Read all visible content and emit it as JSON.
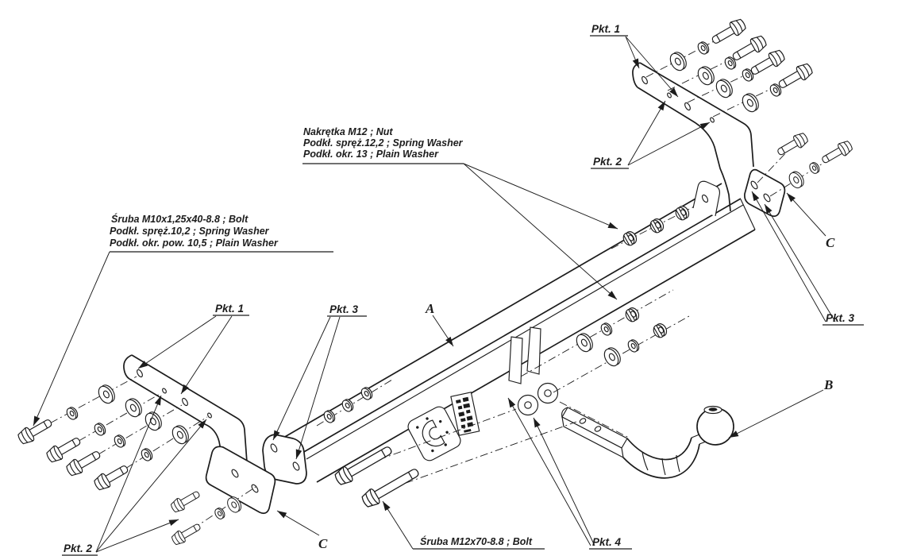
{
  "diagram": {
    "part_labels": {
      "beam": "A",
      "towball": "B",
      "side_plate": "C"
    },
    "point_labels": {
      "pkt1": "Pkt. 1",
      "pkt2": "Pkt. 2",
      "pkt3": "Pkt. 3",
      "pkt4": "Pkt. 4"
    },
    "notes": {
      "nut_m12": {
        "line1": "Nakrętka  M12 ; Nut",
        "line2": "Podkł. spręż.12,2 ; Spring Washer",
        "line3": "Podkł. okr. 13 ; Plain Washer"
      },
      "bolt_m10": {
        "line1": "Śruba M10x1,25x40-8.8 ;  Bolt",
        "line2": "Podkł. spręż.10,2 ; Spring Washer",
        "line3": "Podkł. okr. pow. 10,5 ; Plain Washer"
      },
      "bolt_m12": {
        "line1": "Śruba M12x70-8.8 ;  Bolt"
      }
    },
    "colors": {
      "line": "#1c1c1c",
      "background": "#ffffff"
    }
  }
}
